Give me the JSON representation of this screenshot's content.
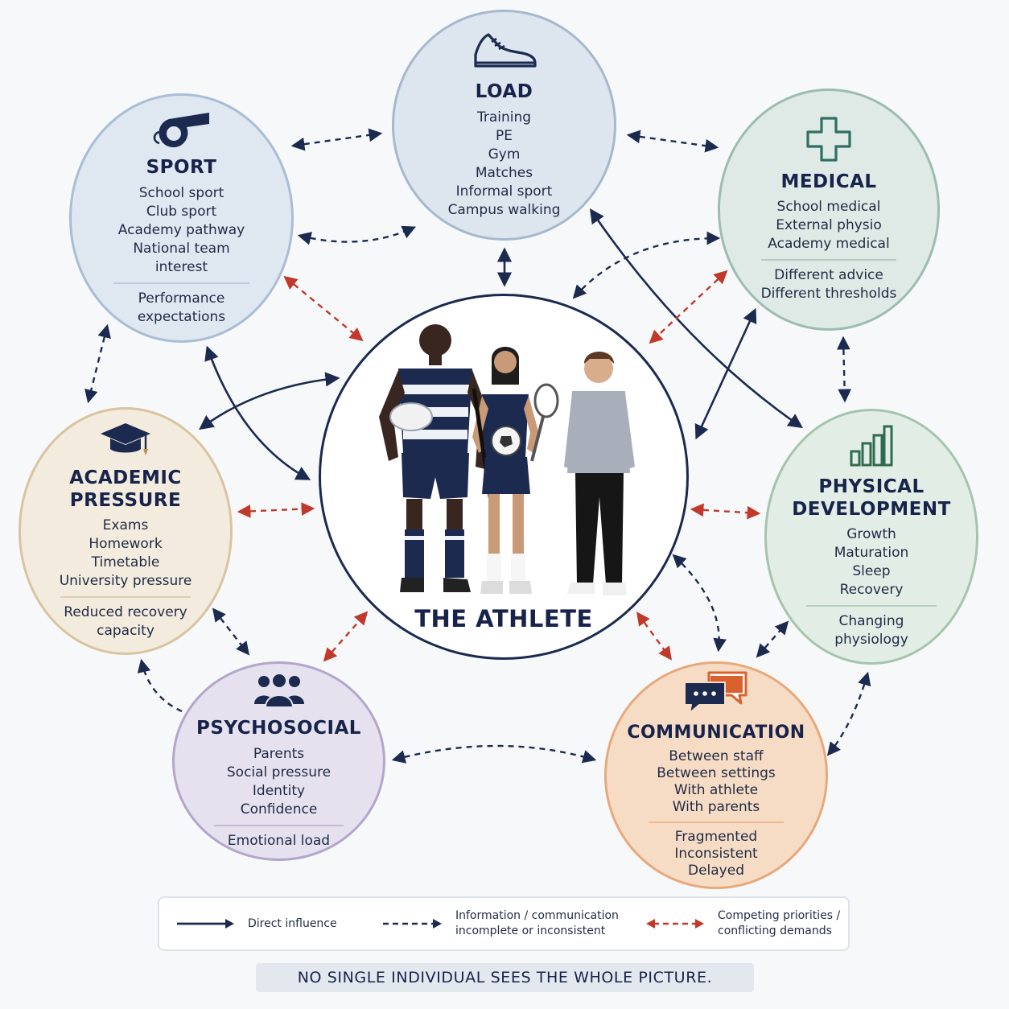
{
  "nodes": {
    "load": {
      "title": "LOAD",
      "icon": "sneaker-icon",
      "items": [
        "Training",
        "PE",
        "Gym",
        "Matches",
        "Informal sport",
        "Campus walking"
      ],
      "notes": []
    },
    "sport": {
      "title": "SPORT",
      "icon": "whistle-icon",
      "items": [
        "School sport",
        "Club sport",
        "Academy pathway",
        "National team",
        "interest"
      ],
      "notes": [
        "Performance",
        "expectations"
      ]
    },
    "medical": {
      "title": "MEDICAL",
      "icon": "medical-cross-icon",
      "items": [
        "School medical",
        "External physio",
        "Academy medical"
      ],
      "notes": [
        "Different advice",
        "Different thresholds"
      ]
    },
    "academic": {
      "title": "ACADEMIC\nPRESSURE",
      "icon": "graduation-cap-icon",
      "items": [
        "Exams",
        "Homework",
        "Timetable",
        "University pressure"
      ],
      "notes": [
        "Reduced recovery",
        "capacity"
      ]
    },
    "physical": {
      "title": "PHYSICAL\nDEVELOPMENT",
      "icon": "bar-chart-icon",
      "items": [
        "Growth",
        "Maturation",
        "Sleep",
        "Recovery"
      ],
      "notes": [
        "Changing",
        "physiology"
      ]
    },
    "psycho": {
      "title": "PSYCHOSOCIAL",
      "icon": "people-group-icon",
      "items": [
        "Parents",
        "Social pressure",
        "Identity",
        "Confidence"
      ],
      "notes": [
        "Emotional load"
      ]
    },
    "comm": {
      "title": "COMMUNICATION",
      "icon": "chat-bubbles-icon",
      "items": [
        "Between staff",
        "Between settings",
        "With athlete",
        "With parents"
      ],
      "notes": [
        "Fragmented",
        "Inconsistent",
        "Delayed"
      ]
    }
  },
  "center": {
    "title": "THE ATHLETE"
  },
  "legend": {
    "direct": "Direct influence",
    "info": "Information / communication\nincomplete or inconsistent",
    "compete": "Competing priorities /\nconflicting demands"
  },
  "footer": "NO SINGLE INDIVIDUAL SEES THE WHOLE PICTURE.",
  "colors": {
    "navy": "#1c2a4f",
    "red": "#c0392b",
    "medical_green": "#2f6f63",
    "physical_green": "#2f6b4f",
    "comm_orange": "#d9612e"
  }
}
